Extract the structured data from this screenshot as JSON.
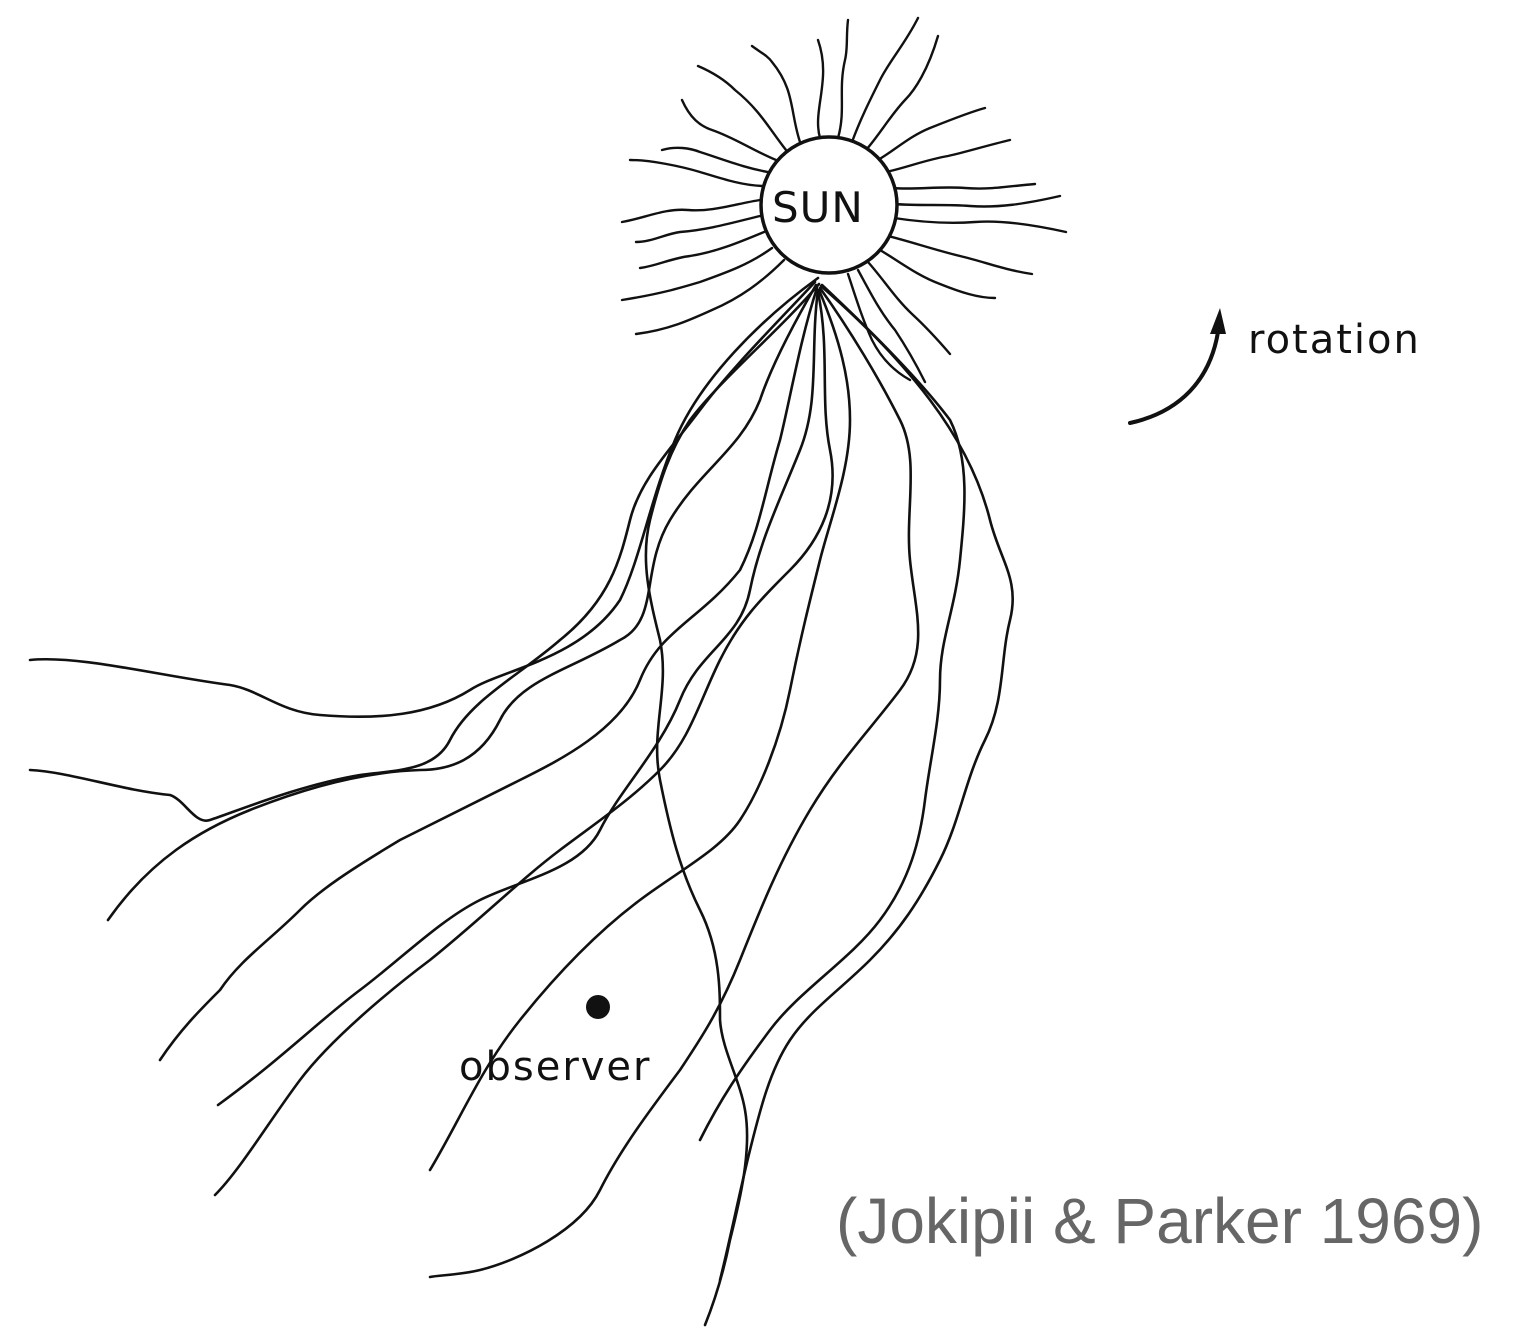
{
  "labels": {
    "sun": "SUN",
    "rotation": "rotation",
    "observer": "observer"
  },
  "citation": "(Jokipii & Parker 1969)",
  "colors": {
    "ink": "#111111",
    "citation": "#666666",
    "background": "#ffffff"
  }
}
